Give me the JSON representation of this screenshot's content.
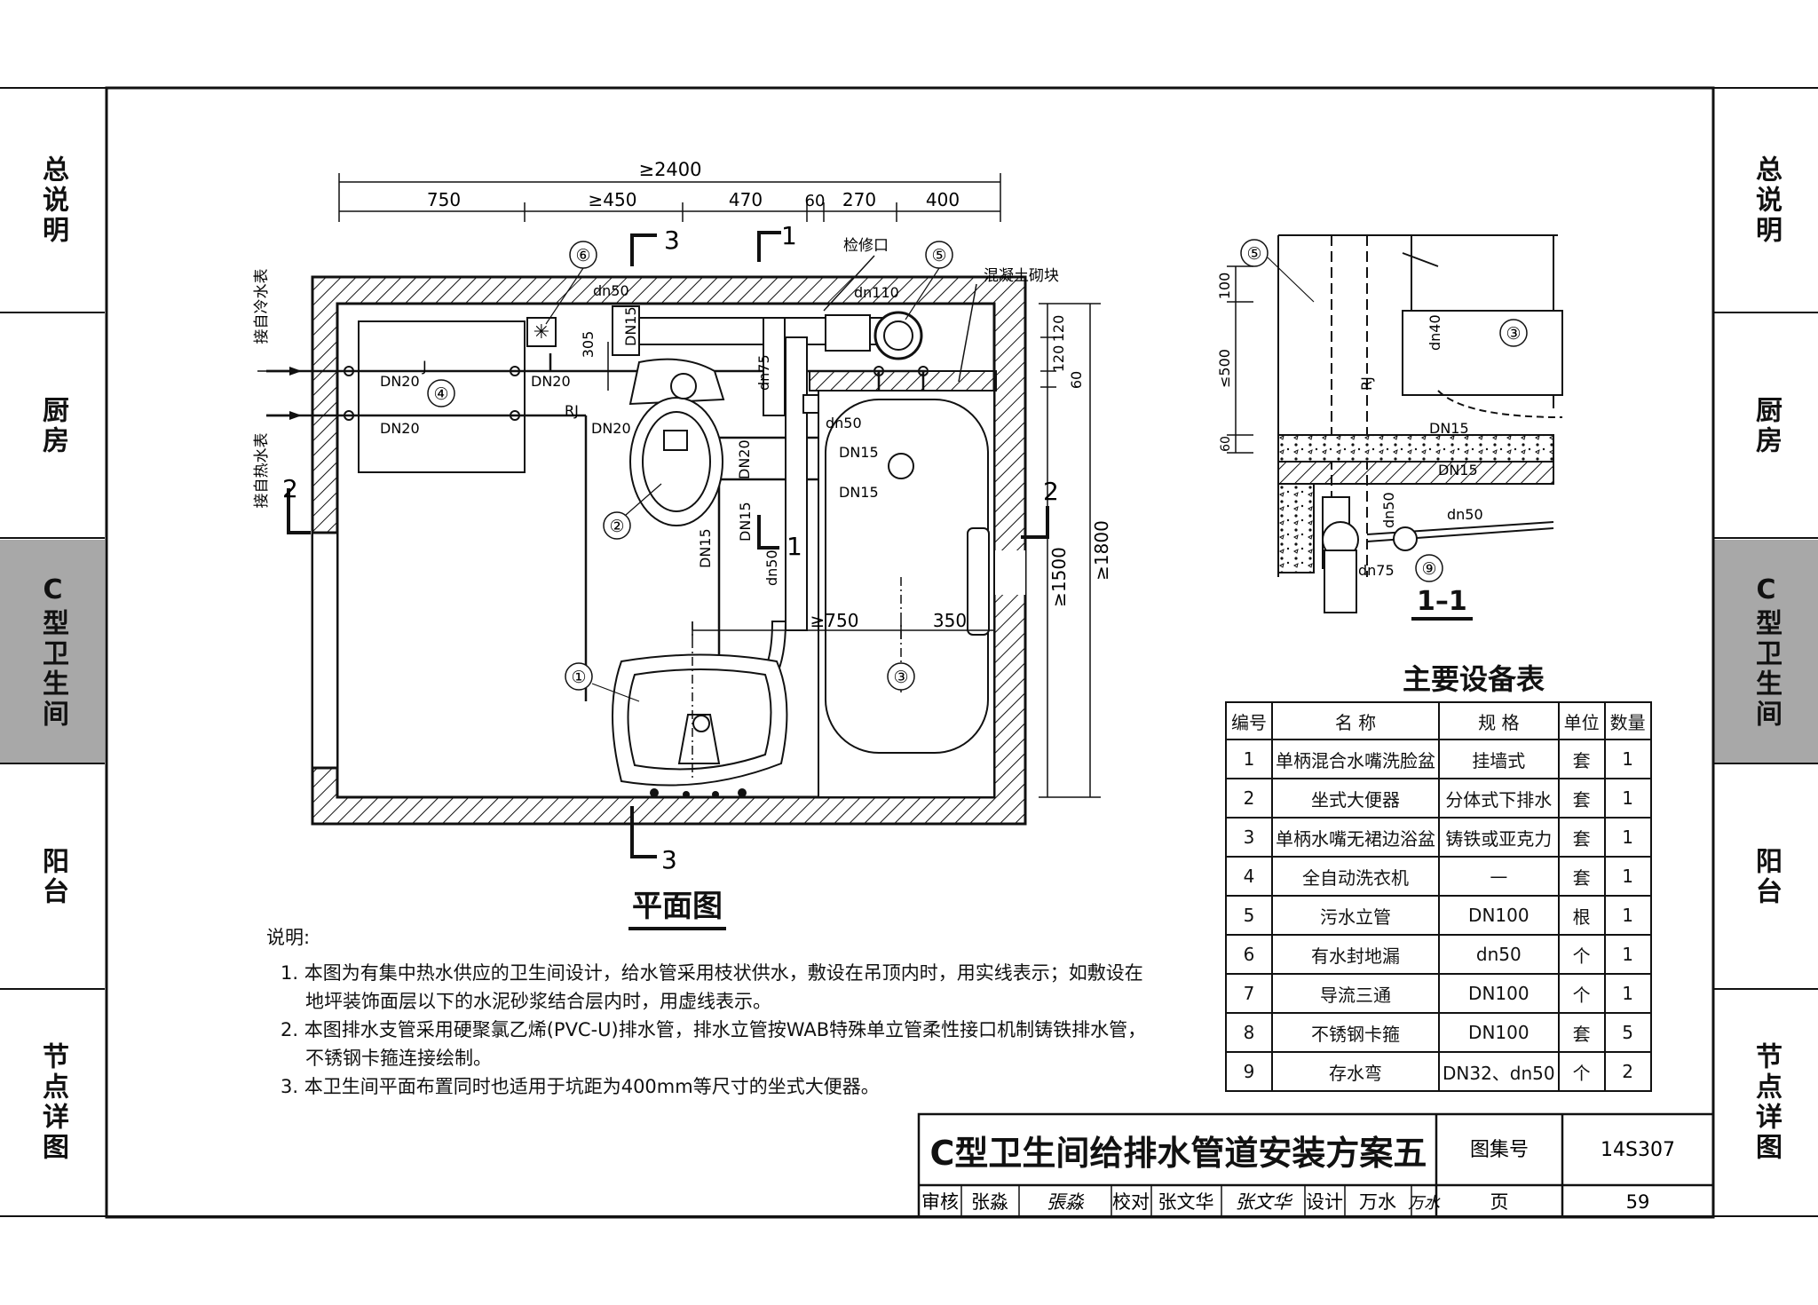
{
  "side_tabs": [
    {
      "label": "总说明",
      "active": false
    },
    {
      "label": "厨房",
      "active": false
    },
    {
      "label": "C型卫生间",
      "active": true
    },
    {
      "label": "阳台",
      "active": false
    },
    {
      "label": "节点详图",
      "active": false
    }
  ],
  "plan": {
    "title": "平面图",
    "dims_top_total": "≥2400",
    "dims_top": [
      "750",
      "≥450",
      "470",
      "60",
      "270",
      "400"
    ],
    "dims_right": [
      "120",
      "120",
      "60",
      "≥1500",
      "≥1800"
    ],
    "dims_inner": [
      "≥750",
      "350"
    ],
    "dim_305": "305",
    "section_marks": [
      "1",
      "1",
      "2",
      "2",
      "3",
      "3"
    ],
    "labels": {
      "cold_in": "接自冷水表",
      "hot_in": "接自热水表",
      "access": "检修口",
      "concrete": "混凝土砌块",
      "dn50": "dn50",
      "dn110": "dn110",
      "dn75": "dn75",
      "dn50_b": "dn50",
      "dn50_c": "dn50",
      "DN15": "DN15",
      "DN15_b": "DN15",
      "DN15_c": "DN15",
      "DN15_d": "DN15",
      "DN15_e": "DN15",
      "DN20_a": "DN20",
      "DN20_b": "DN20",
      "DN20_c": "DN20",
      "DN20_d": "DN20",
      "DN20_e": "DN20",
      "J": "J",
      "RJ": "RJ"
    },
    "items": [
      "①",
      "②",
      "③",
      "④",
      "⑤",
      "⑥"
    ]
  },
  "section": {
    "title": "1–1",
    "dims": [
      "100",
      "≤500",
      "60"
    ],
    "labels": [
      "dn40",
      "DN15",
      "DN15",
      "dn50",
      "dn50",
      "dn75",
      "RJ"
    ],
    "items": [
      "⑤",
      "③",
      "⑨"
    ]
  },
  "equipment_table": {
    "title": "主要设备表",
    "headers": [
      "编号",
      "名  称",
      "规  格",
      "单位",
      "数量"
    ],
    "rows": [
      [
        "1",
        "单柄混合水嘴洗脸盆",
        "挂墙式",
        "套",
        "1"
      ],
      [
        "2",
        "坐式大便器",
        "分体式下排水",
        "套",
        "1"
      ],
      [
        "3",
        "单柄水嘴无裙边浴盆",
        "铸铁或亚克力",
        "套",
        "1"
      ],
      [
        "4",
        "全自动洗衣机",
        "—",
        "套",
        "1"
      ],
      [
        "5",
        "污水立管",
        "DN100",
        "根",
        "1"
      ],
      [
        "6",
        "有水封地漏",
        "dn50",
        "个",
        "1"
      ],
      [
        "7",
        "导流三通",
        "DN100",
        "个",
        "1"
      ],
      [
        "8",
        "不锈钢卡箍",
        "DN100",
        "套",
        "5"
      ],
      [
        "9",
        "存水弯",
        "DN32、dn50",
        "个",
        "2"
      ]
    ]
  },
  "notes": {
    "heading": "说明:",
    "items": [
      "1. 本图为有集中热水供应的卫生间设计，给水管采用枝状供水，敷设在吊顶内时，用实线表示；如敷设在地坪装饰面层以下的水泥砂浆结合层内时，用虚线表示。",
      "2. 本图排水支管采用硬聚氯乙烯(PVC-U)排水管，排水立管按WAB特殊单立管柔性接口机制铸铁排水管，不锈钢卡箍连接绘制。",
      "3. 本卫生间平面布置同时也适用于坑距为400mm等尺寸的坐式大便器。"
    ]
  },
  "title_block": {
    "title": "C型卫生间给排水管道安装方案五",
    "atlas_label": "图集号",
    "atlas_no": "14S307",
    "page_label": "页",
    "page_no": "59",
    "review_label": "审核",
    "reviewer": "张淼",
    "reviewer_sig": "張淼",
    "check_label": "校对",
    "checker": "张文华",
    "checker_sig": "张文华",
    "design_label": "设计",
    "designer": "万水",
    "designer_sig": "万水"
  }
}
